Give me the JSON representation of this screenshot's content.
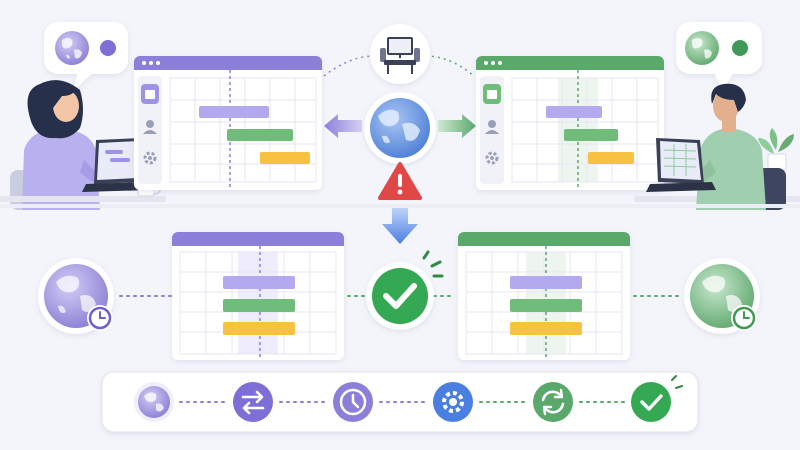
{
  "colors": {
    "background": "#f4f5fb",
    "purple": "#8b7fd9",
    "purple_light": "#b3a9ef",
    "green": "#5aa86b",
    "green_light": "#8ccf98",
    "yellow": "#f7c23f",
    "blue": "#4a7ee0",
    "alert_red": "#e04848",
    "check_green": "#34a853"
  },
  "icons": {
    "top_center": "meeting-room-icon",
    "top_center_globe": "globe-icon",
    "alert": "alert-triangle-icon",
    "down_arrow": "arrow-down-icon",
    "left_arrow": "arrow-left-icon",
    "right_arrow": "arrow-right-icon",
    "center_check": "check-circle-icon",
    "left_timezone": "globe-clock-icon",
    "right_timezone": "globe-clock-icon",
    "sidebar": [
      "calendar-icon",
      "user-icon",
      "gear-icon"
    ]
  },
  "workflow_steps": [
    {
      "icon": "globe-icon",
      "color": "purple"
    },
    {
      "icon": "swap-arrows-icon",
      "color": "purple"
    },
    {
      "icon": "clock-icon",
      "color": "purple"
    },
    {
      "icon": "gear-icon",
      "color": "blue"
    },
    {
      "icon": "sync-icon",
      "color": "green"
    },
    {
      "icon": "check-icon",
      "color": "green"
    }
  ]
}
